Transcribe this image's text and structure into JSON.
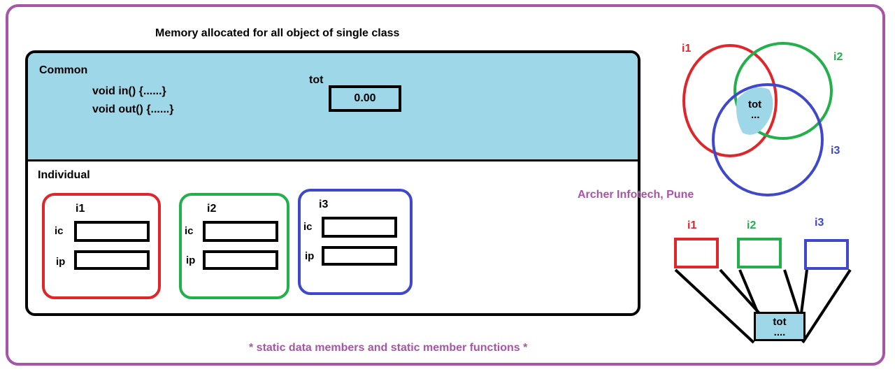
{
  "title": "Memory allocated for all object of single class",
  "common": {
    "label": "Common",
    "methods": [
      "void in() {......}",
      "void out() {......}"
    ],
    "tot_label": "tot",
    "tot_value": "0.00"
  },
  "individual": {
    "label": "Individual",
    "objects": [
      {
        "name": "i1",
        "fields": [
          "ic",
          "ip"
        ],
        "color": "#e0262b"
      },
      {
        "name": "i2",
        "fields": [
          "ic",
          "ip"
        ],
        "color": "#22b04a"
      },
      {
        "name": "i3",
        "fields": [
          "ic",
          "ip"
        ],
        "color": "#3f48cc"
      }
    ]
  },
  "credit": "Archer Infotech, Pune",
  "footer": "* static data members and static member functions *",
  "venn": {
    "labels": [
      "i1",
      "i2",
      "i3"
    ],
    "center_label": "tot",
    "center_dots": "..."
  },
  "tree": {
    "labels": [
      "i1",
      "i2",
      "i3"
    ],
    "tot_label": "tot",
    "tot_dots": "...."
  },
  "colors": {
    "frame": "#a855a8",
    "common_fill": "#9ed8e8",
    "red": "#e0262b",
    "green": "#22b04a",
    "blue": "#3f48cc"
  }
}
